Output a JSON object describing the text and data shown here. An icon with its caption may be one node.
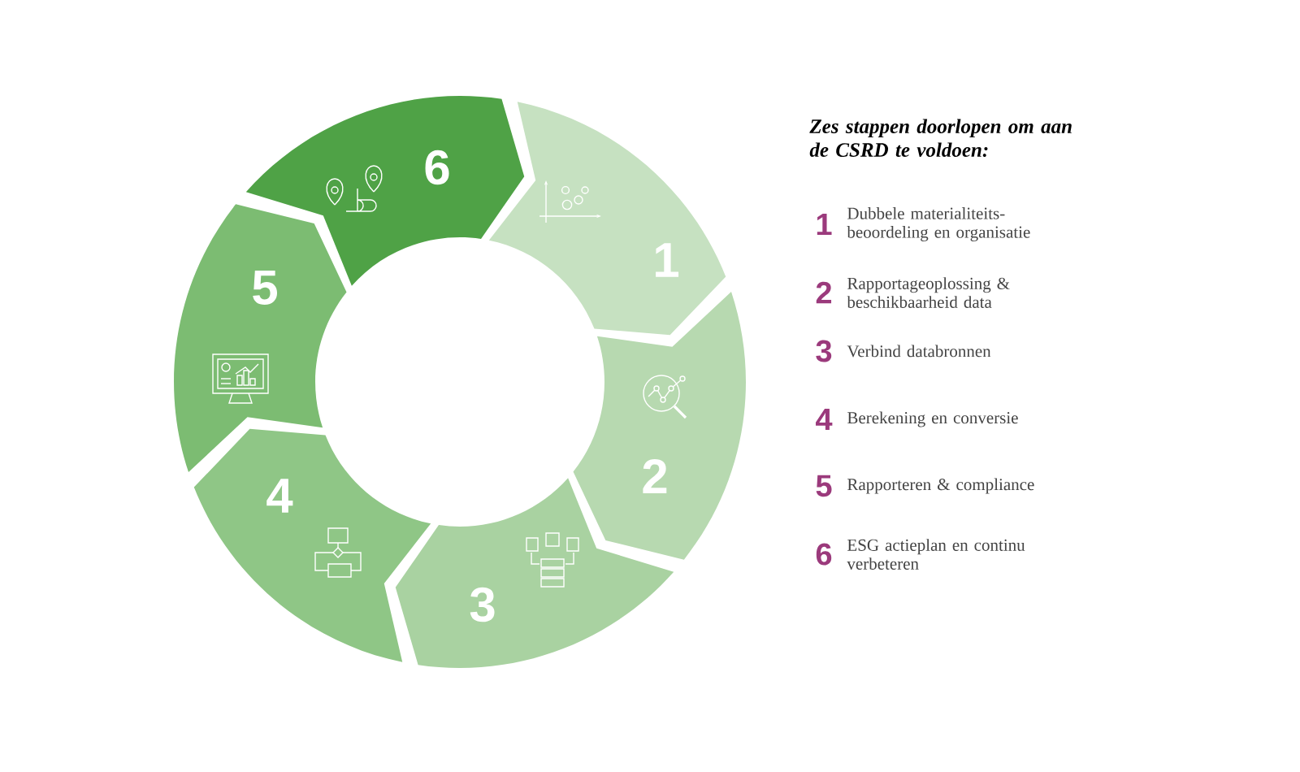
{
  "diagram": {
    "title": "Zes stappen doorlopen om aan de CSRD te voldoen:",
    "nodes": [
      {
        "text": [
          "1"
        ]
      },
      {
        "text": [
          "2"
        ]
      },
      {
        "text": [
          "3"
        ]
      },
      {
        "text": [
          "4"
        ]
      },
      {
        "text": [
          "5"
        ]
      },
      {
        "text": [
          "6"
        ]
      }
    ],
    "labels": [
      "1",
      "Dubbele materialiteits- beoordeling en organisatie",
      "2",
      "Rapportageoplossing & beschikbaarheid data",
      "3",
      "Verbind databronnen",
      "4",
      "Berekening en conversie",
      "5",
      "Rapporteren & compliance",
      "6",
      "ESG actieplan en continu verbeteren"
    ]
  }
}
